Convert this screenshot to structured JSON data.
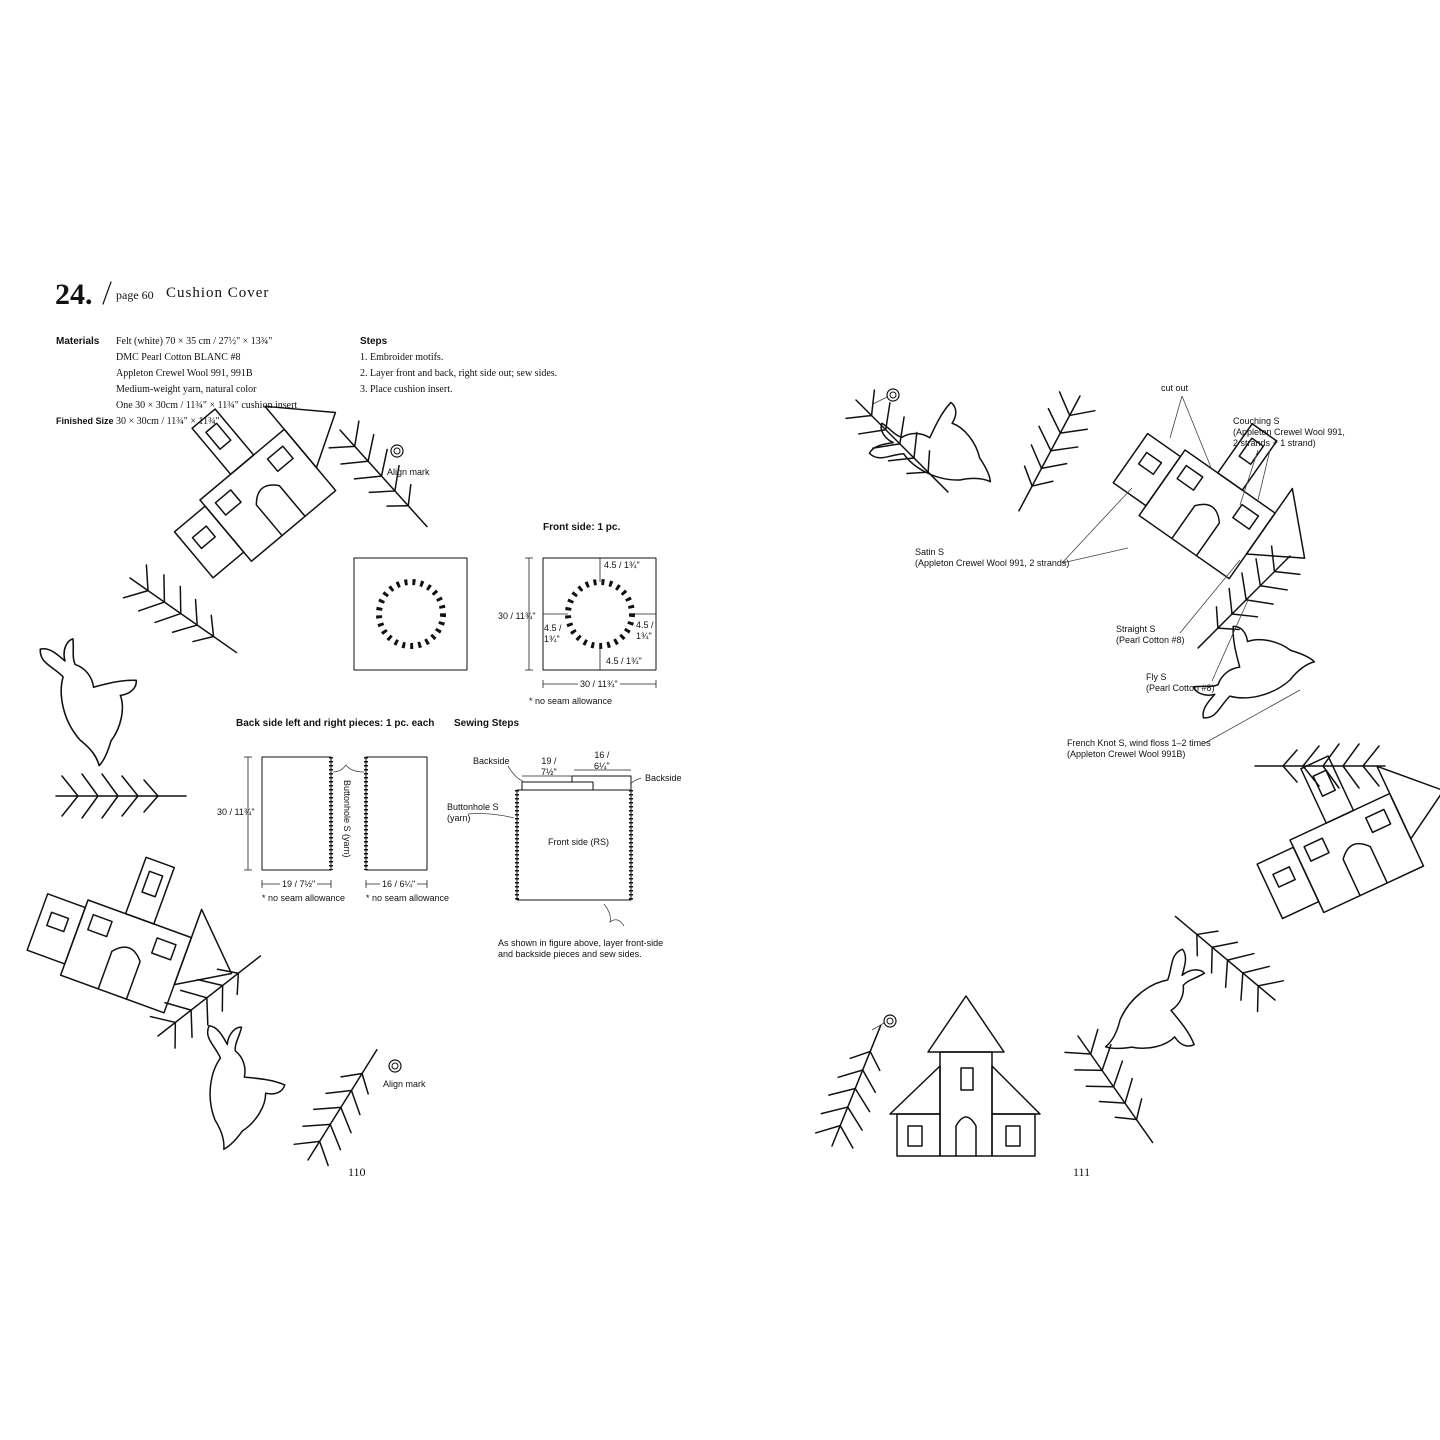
{
  "header": {
    "number": "24.",
    "page_ref": "page 60",
    "title": "Cushion Cover"
  },
  "materials": {
    "label": "Materials",
    "items": [
      "Felt (white) 70 × 35 cm /  27½\" × 13¾\"",
      "DMC Pearl Cotton BLANC #8",
      "Appleton Crewel Wool 991, 991B",
      "Medium-weight yarn, natural color",
      "One  30 × 30cm /  11¾\" × 11¾\" cushion insert"
    ],
    "finished_label": "Finished Size",
    "finished_value": "30 × 30cm / 11¾\" × 11¾\""
  },
  "steps": {
    "label": "Steps",
    "items": [
      "1.  Embroider motifs.",
      "2.  Layer front and back, right side out; sew sides.",
      "3.  Place cushion insert."
    ]
  },
  "diagrams": {
    "front_title": "Front side: 1 pc.",
    "front_dims": {
      "top": "4.5 / 1¾\"",
      "bottom": "4.5 / 1¾\"",
      "left": "4.5 /\n1¾\"",
      "right": "4.5 /\n1¾\"",
      "height": "30 / 11¾\"",
      "width": "30 / 11¾\""
    },
    "no_seam": "* no seam allowance",
    "back_title": "Back side left and right pieces: 1 pc. each",
    "back_height": "30 / 11¾\"",
    "back_left_width": "19 / 7½\"",
    "back_right_width": "16 / 6¼\"",
    "buttonhole_yarn": "Buttonhole S (yarn)",
    "sewing_title": "Sewing Steps",
    "sewing": {
      "backside_left": "Backside",
      "backside_right": "Backside",
      "w19": "19 /\n7½\"",
      "w16": "16 /\n6¼\"",
      "buttonhole": "Buttonhole S\n(yarn)",
      "front_rs": "Front side (RS)",
      "note": "As shown in figure above, layer front-side\nand backside pieces and sew sides."
    }
  },
  "align_mark": "Align mark",
  "callouts": {
    "cut_out": "cut out",
    "couching": "Couching S\n(Appleton Crewel Wool 991,\n2 strands + 1 strand)",
    "satin": "Satin S\n(Appleton Crewel Wool 991, 2 strands)",
    "straight": "Straight S\n(Pearl Cotton #8)",
    "fly": "Fly S\n(Pearl Cotton #8)",
    "french_knot": "French Knot S, wind floss 1–2 times\n(Appleton Crewel Wool 991B)"
  },
  "page_numbers": {
    "left": "110",
    "right": "111"
  },
  "icons": [
    "align-mark-icon",
    "house-motif",
    "rabbit-motif",
    "tree-branch-motif"
  ]
}
